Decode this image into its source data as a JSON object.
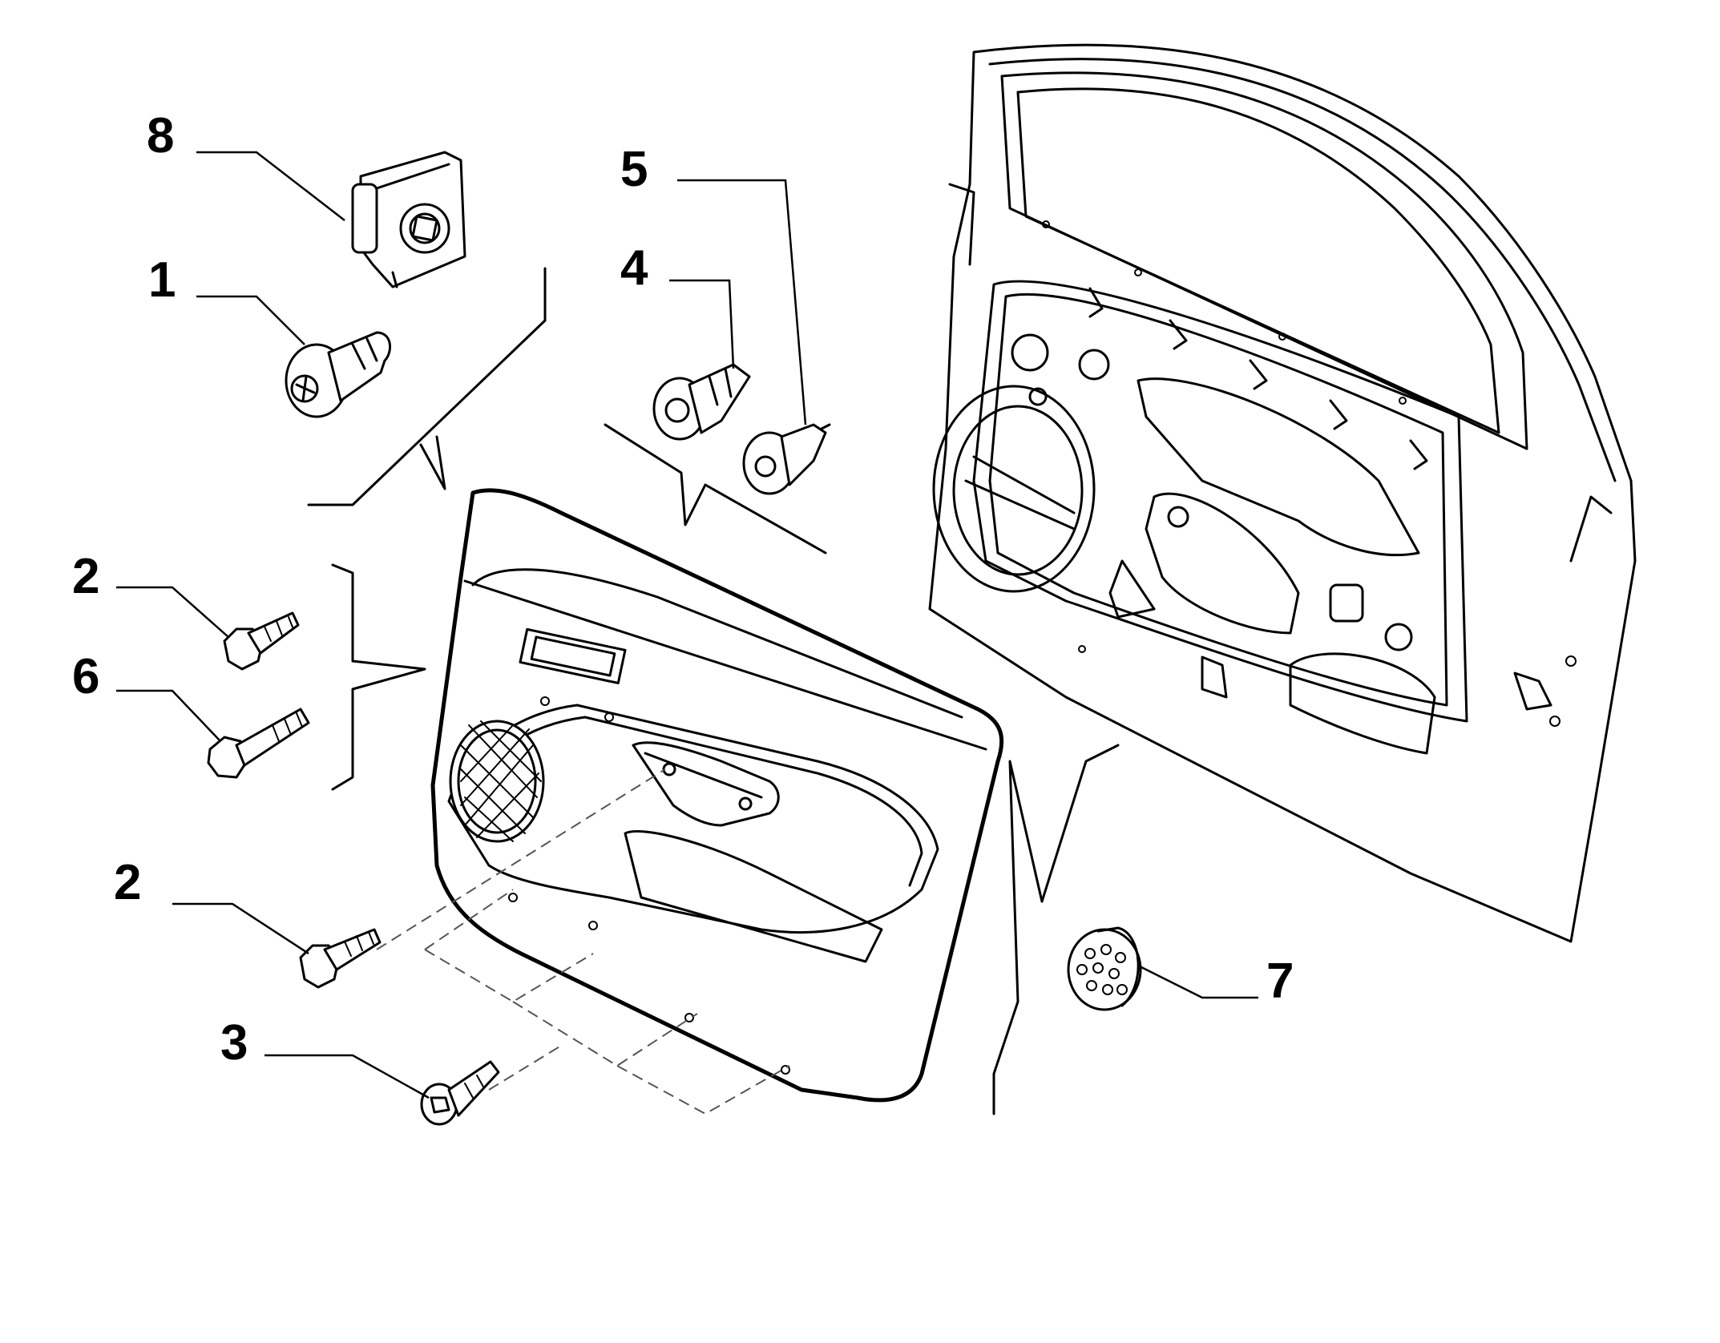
{
  "callouts": [
    {
      "id": "8",
      "label": "8"
    },
    {
      "id": "1",
      "label": "1"
    },
    {
      "id": "5",
      "label": "5"
    },
    {
      "id": "4",
      "label": "4"
    },
    {
      "id": "2a",
      "label": "2"
    },
    {
      "id": "6",
      "label": "6"
    },
    {
      "id": "2b",
      "label": "2"
    },
    {
      "id": "3",
      "label": "3"
    },
    {
      "id": "7",
      "label": "7"
    }
  ]
}
